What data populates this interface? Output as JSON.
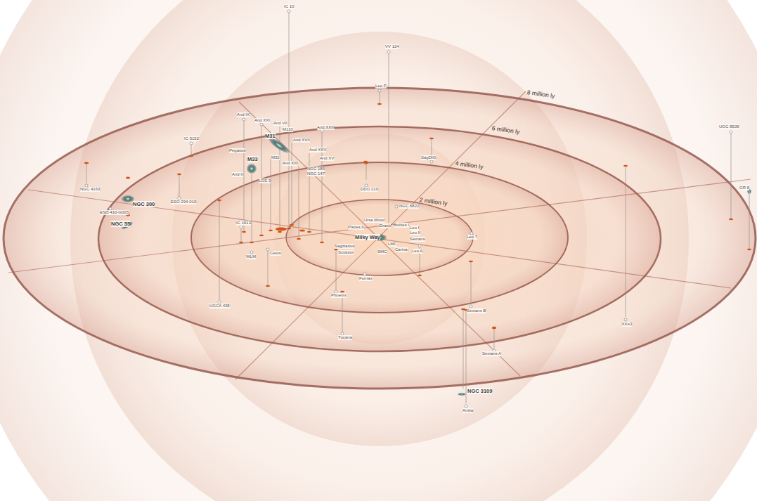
{
  "diagram": {
    "labels": [
      "8 million ly",
      "6 million ly",
      "4 million ly",
      "2 million ly",
      "Milky Way",
      "M31",
      "M33",
      "NGC 300",
      "NGC 55",
      "NGC 3109",
      "IC 10",
      "VV 124",
      "Leo P",
      "UGC 8508",
      "GR 8",
      "NGC 4163",
      "ESO 410-G005",
      "ESO 294-010",
      "IC 5152",
      "Pegasus",
      "IC 1613",
      "WLM",
      "Cetus",
      "DDO 210",
      "SagDIG",
      "NGC 6822",
      "Leo A",
      "Leo T",
      "Phoenix",
      "Tucana",
      "Sextans B",
      "Sextans A",
      "Antlia",
      "UGCA 438",
      "KKs3",
      "Fornax",
      "Sculptor",
      "Sagittarius",
      "Ursa Minor",
      "Draco",
      "Boötes I",
      "Leo I",
      "Leo II",
      "Sextans",
      "Carina",
      "LMC",
      "SMC",
      "Pisces II",
      "M110",
      "And IX",
      "And XXI",
      "And VII",
      "And XVII",
      "And XXIII",
      "And XXV",
      "And XV",
      "And XIII",
      "NGC 185",
      "NGC 147",
      "And II",
      "LGS 3",
      "M32"
    ]
  }
}
